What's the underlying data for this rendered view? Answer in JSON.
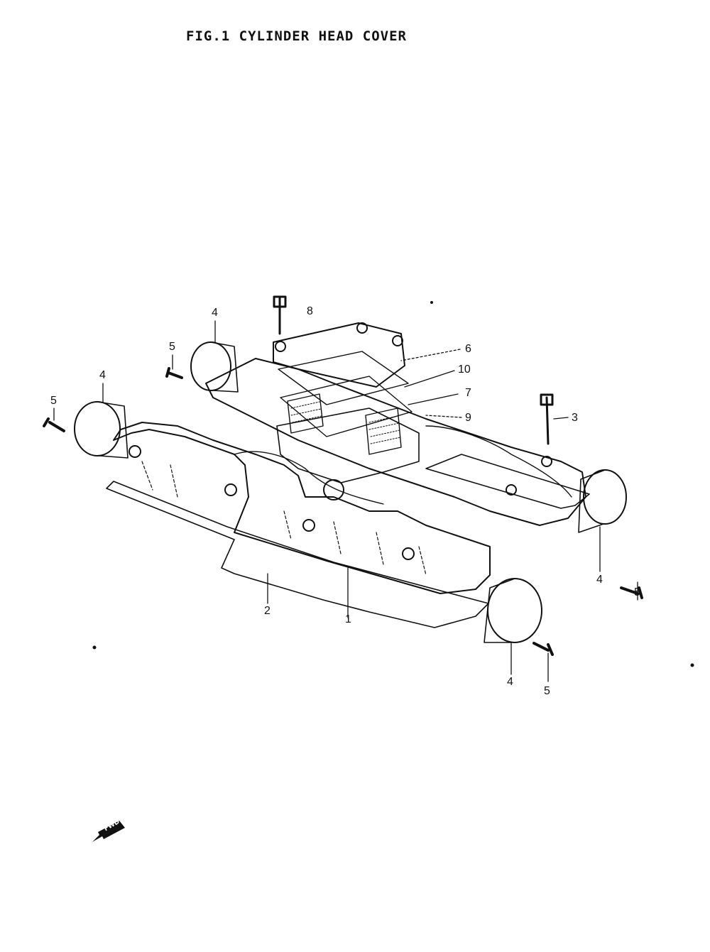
{
  "figure": {
    "title": "FIG.1  CYLINDER HEAD COVER"
  },
  "callouts": [
    "8",
    "4",
    "5",
    "4",
    "5",
    "6",
    "10",
    "7",
    "9",
    "3",
    "4",
    "5",
    "2",
    "1",
    "4",
    "5"
  ],
  "fwd_label": "FWD",
  "colors": {
    "ink": "#111111",
    "paper": "#ffffff"
  }
}
